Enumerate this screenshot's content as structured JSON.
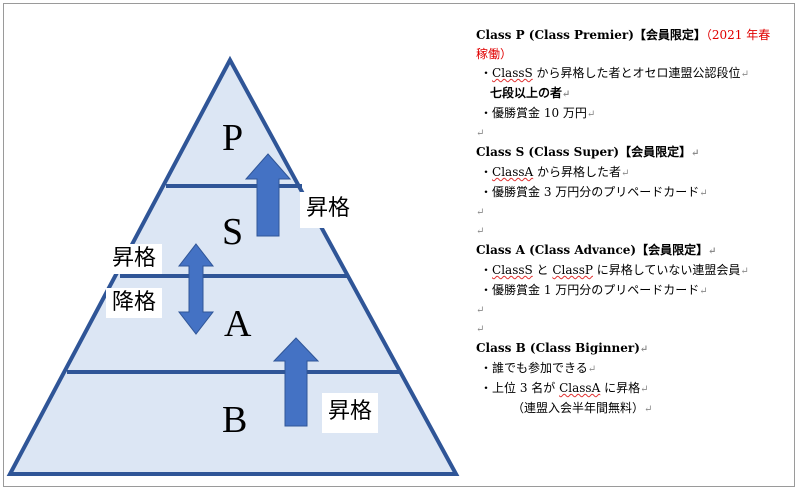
{
  "pyramid": {
    "tiers": [
      "P",
      "S",
      "A",
      "B"
    ],
    "fill": "#dce6f4",
    "stroke": "#2f5597",
    "arrow_color": "#4472c4"
  },
  "labels": {
    "promote_top": "昇格",
    "promote_left": "昇格",
    "demote_left": "降格",
    "promote_bottom": "昇格"
  },
  "sections": [
    {
      "heading": "Class P (Class Premier)【会員限定】",
      "heading_note": "（2021 年春稼働）",
      "line1_pre": "・",
      "line1_word": "ClassS",
      "line1_post": " から昇格した者とオセロ連盟公認段位",
      "line1b": "七段以上の者",
      "line2": "・優勝賞金 10 万円"
    },
    {
      "heading": "Class S (Class Super)【会員限定】",
      "line1_pre": "・",
      "line1_word": "ClassA",
      "line1_post": " から昇格した者",
      "line2": "・優勝賞金 3 万円分のプリペードカード"
    },
    {
      "heading": "Class A (Class Advance)【会員限定】",
      "line1_pre": "・",
      "line1_word": "ClassS",
      "line1_mid": " と ",
      "line1_word2": "ClassP",
      "line1_post": " に昇格していない連盟会員",
      "line2": "・優勝賞金 1 万円分のプリペードカード"
    },
    {
      "heading": "Class B (Class Biginner)",
      "line1": "・誰でも参加できる",
      "line2_pre": "・上位 3 名が ",
      "line2_word": "ClassA",
      "line2_post": " に昇格",
      "line3": "（連盟入会半年間無料）"
    }
  ]
}
